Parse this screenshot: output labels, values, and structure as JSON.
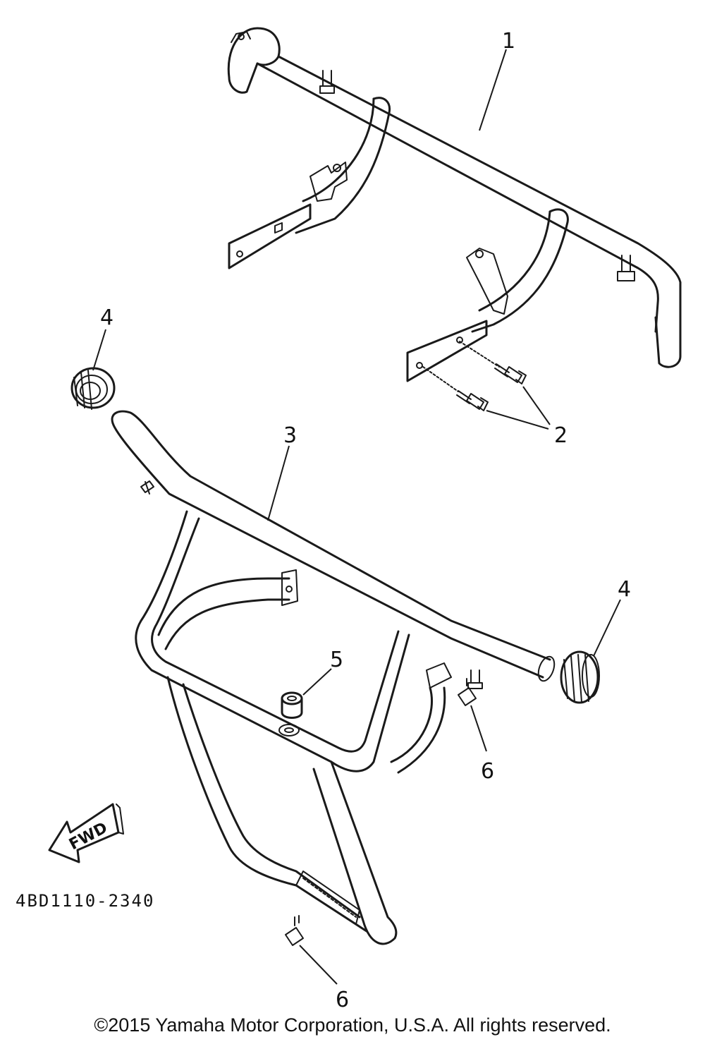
{
  "callouts": [
    {
      "id": "c1",
      "label": "1"
    },
    {
      "id": "c2",
      "label": "2"
    },
    {
      "id": "c3",
      "label": "3"
    },
    {
      "id": "c4a",
      "label": "4"
    },
    {
      "id": "c4b",
      "label": "4"
    },
    {
      "id": "c5",
      "label": "5"
    },
    {
      "id": "c6a",
      "label": "6"
    },
    {
      "id": "c6b",
      "label": "6"
    }
  ],
  "direction_arrow": {
    "label": "FWD"
  },
  "diagram_code": "4BD1110-2340",
  "copyright": "©2015 Yamaha Motor Corporation, U.S.A. All rights reserved."
}
